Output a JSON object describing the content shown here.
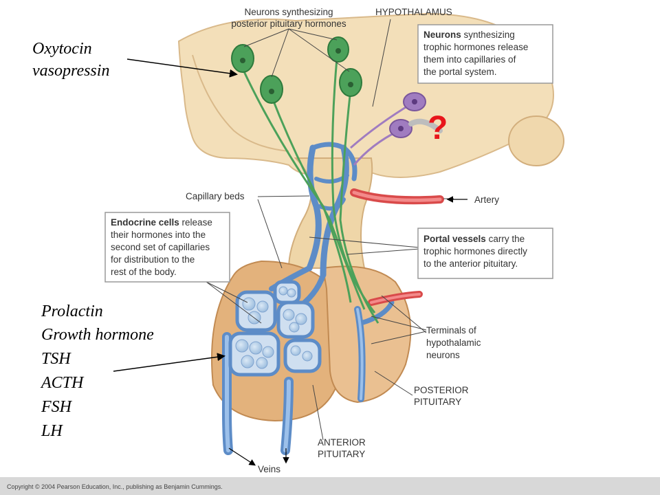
{
  "left_labels": {
    "posterior_hormones": [
      "Oxytocin",
      "vasopressin"
    ],
    "anterior_hormones": [
      "Prolactin",
      "Growth hormone",
      "TSH",
      "ACTH",
      "FSH",
      "LH"
    ]
  },
  "labels": {
    "neurons_posterior": [
      "Neurons synthesizing",
      "posterior pituitary hormones"
    ],
    "hypothalamus": "HYPOTHALAMUS",
    "capillary_beds": "Capillary beds",
    "artery": "Artery",
    "terminals": [
      "Terminals of",
      "hypothalamic",
      "neurons"
    ],
    "posterior_pituitary": [
      "POSTERIOR",
      "PITUITARY"
    ],
    "anterior_pituitary": [
      "ANTERIOR",
      "PITUITARY"
    ],
    "veins": "Veins",
    "question_mark": "?"
  },
  "boxes": {
    "neurons_trophic": {
      "bold": "Neurons",
      "lines": [
        " synthesizing",
        "trophic hormones release",
        "them into capillaries of",
        "the portal system."
      ]
    },
    "endocrine_cells": {
      "bold": "Endocrine cells",
      "lines": [
        " release",
        "their hormones into the",
        "second set of capillaries",
        "for distribution to the",
        "rest of the body."
      ]
    },
    "portal_vessels": {
      "bold": "Portal vessels",
      "lines": [
        " carry the",
        "trophic hormones directly",
        "to the anterior pituitary."
      ]
    }
  },
  "copyright": "Copyright © 2004 Pearson Education, Inc., publishing as Benjamin Cummings.",
  "colors": {
    "tissue": "#f3dfb9",
    "pituitary": "#e3b27c",
    "neuron_green": "#4ca15a",
    "neuron_purple": "#a07cc0",
    "vein_blue": "#6f9fd6",
    "artery_red": "#e85a5a",
    "question_red": "#e8161b"
  }
}
